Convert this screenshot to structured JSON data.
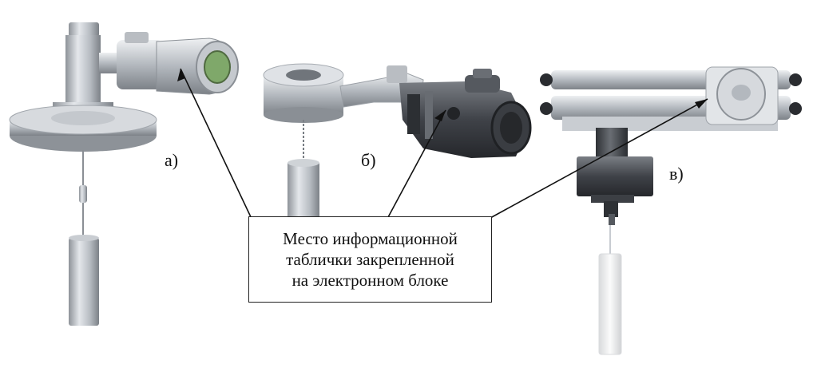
{
  "labels": {
    "a": "а)",
    "b": "б)",
    "c": "в)"
  },
  "callout": {
    "line1": "Место информационной",
    "line2": "таблички закрепленной",
    "line3": "на электронном блоке"
  },
  "colors": {
    "metal_light": "#d9dde2",
    "metal_mid": "#a9aeb4",
    "metal_dark": "#5e6268",
    "housing_dark": "#3a3d42",
    "display_green": "#7fa86a",
    "line": "#111111"
  }
}
